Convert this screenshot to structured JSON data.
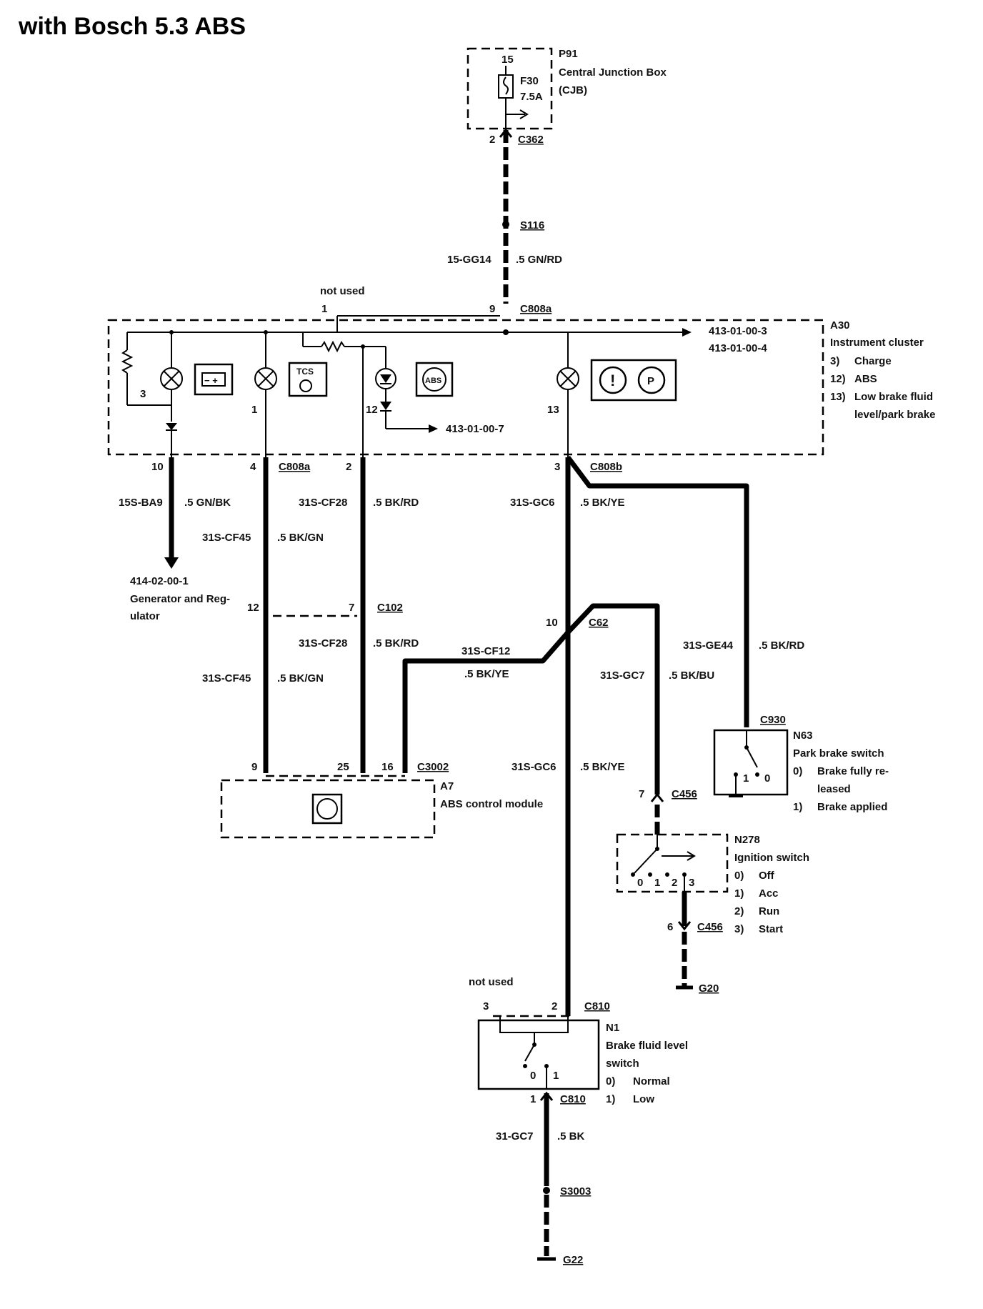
{
  "title": "with Bosch 5.3 ABS",
  "cjb": {
    "id": "P91",
    "name": "Central Junction Box",
    "abbr": "(CJB)",
    "fuse": "F30",
    "rating": "7.5A",
    "pin_in": "15",
    "pin_out": "2",
    "connector": "C362"
  },
  "splice_s116": "S116",
  "wire_main": {
    "circuit": "15-GG14",
    "spec": ".5 GN/RD"
  },
  "c808a_top": {
    "not_used": "not used",
    "pin1": "1",
    "pin9": "9",
    "connector": "C808a"
  },
  "cluster": {
    "id": "A30",
    "name": "Instrument cluster",
    "refs": [
      "413-01-00-3",
      "413-01-00-4"
    ],
    "ref_abs": "413-01-00-7",
    "legend": [
      "3)",
      "Charge",
      "12)",
      "ABS",
      "13)",
      "Low brake fluid",
      "level/park brake"
    ],
    "lamp_nums": [
      "3",
      "1",
      "12",
      "13"
    ],
    "tcs": "TCS",
    "abs": "ABS",
    "p": "P",
    "excl": "!"
  },
  "c808a_bottom": {
    "pin10": "10",
    "pin4": "4",
    "pin2": "2",
    "connector": "C808a"
  },
  "c808b": {
    "pin3": "3",
    "connector": "C808b"
  },
  "wires": {
    "ba9": {
      "circuit": "15S-BA9",
      "spec": ".5 GN/BK"
    },
    "cf28a": {
      "circuit": "31S-CF28",
      "spec": ".5 BK/RD"
    },
    "gc6a": {
      "circuit": "31S-GC6",
      "spec": ".5 BK/YE"
    },
    "cf45a": {
      "circuit": "31S-CF45",
      "spec": ".5 BK/GN"
    },
    "cf28b": {
      "circuit": "31S-CF28",
      "spec": ".5 BK/RD"
    },
    "cf45b": {
      "circuit": "31S-CF45",
      "spec": ".5 BK/GN"
    },
    "cf12": {
      "circuit": "31S-CF12",
      "spec": ".5 BK/YE"
    },
    "gc7": {
      "circuit": "31S-GC7",
      "spec": ".5 BK/BU"
    },
    "ge44": {
      "circuit": "31S-GE44",
      "spec": ".5 BK/RD"
    },
    "gc6b": {
      "circuit": "31S-GC6",
      "spec": ".5 BK/YE"
    },
    "gc7bk": {
      "circuit": "31-GC7",
      "spec": ".5 BK"
    }
  },
  "generator": {
    "ref": "414-02-00-1",
    "name1": "Generator and Reg-",
    "name2": "ulator"
  },
  "c102": {
    "pin12": "12",
    "pin7": "7",
    "connector": "C102"
  },
  "c62": {
    "pin10": "10",
    "connector": "C62"
  },
  "c930": "C930",
  "park_switch": {
    "id": "N63",
    "name": "Park brake switch",
    "s0": "0)",
    "s0a": "Brake fully re-",
    "s0b": "leased",
    "s1": "1)",
    "s1a": "Brake applied",
    "pos0": "0",
    "pos1": "1"
  },
  "c3002": {
    "pin9": "9",
    "pin25": "25",
    "pin16": "16",
    "connector": "C3002"
  },
  "abs_module": {
    "id": "A7",
    "name": "ABS control module"
  },
  "c456_top": {
    "pin": "7",
    "connector": "C456"
  },
  "ign_switch": {
    "id": "N278",
    "name": "Ignition switch",
    "states": [
      [
        "0)",
        "Off"
      ],
      [
        "1)",
        "Acc"
      ],
      [
        "2)",
        "Run"
      ],
      [
        "3)",
        "Start"
      ]
    ],
    "positions": [
      "0",
      "1",
      "2",
      "3"
    ]
  },
  "c456_bottom": {
    "pin": "6",
    "connector": "C456"
  },
  "g20": "G20",
  "c810_top": {
    "not_used": "not used",
    "pin3": "3",
    "pin2": "2",
    "connector": "C810"
  },
  "brake_switch": {
    "id": "N1",
    "name1": "Brake fluid level",
    "name2": "switch",
    "s0": "0)",
    "s0a": "Normal",
    "s1": "1)",
    "s1a": "Low",
    "pos0": "0",
    "pos1": "1"
  },
  "c810_bottom": {
    "pin": "1",
    "connector": "C810"
  },
  "s3003": "S3003",
  "g22": "G22"
}
